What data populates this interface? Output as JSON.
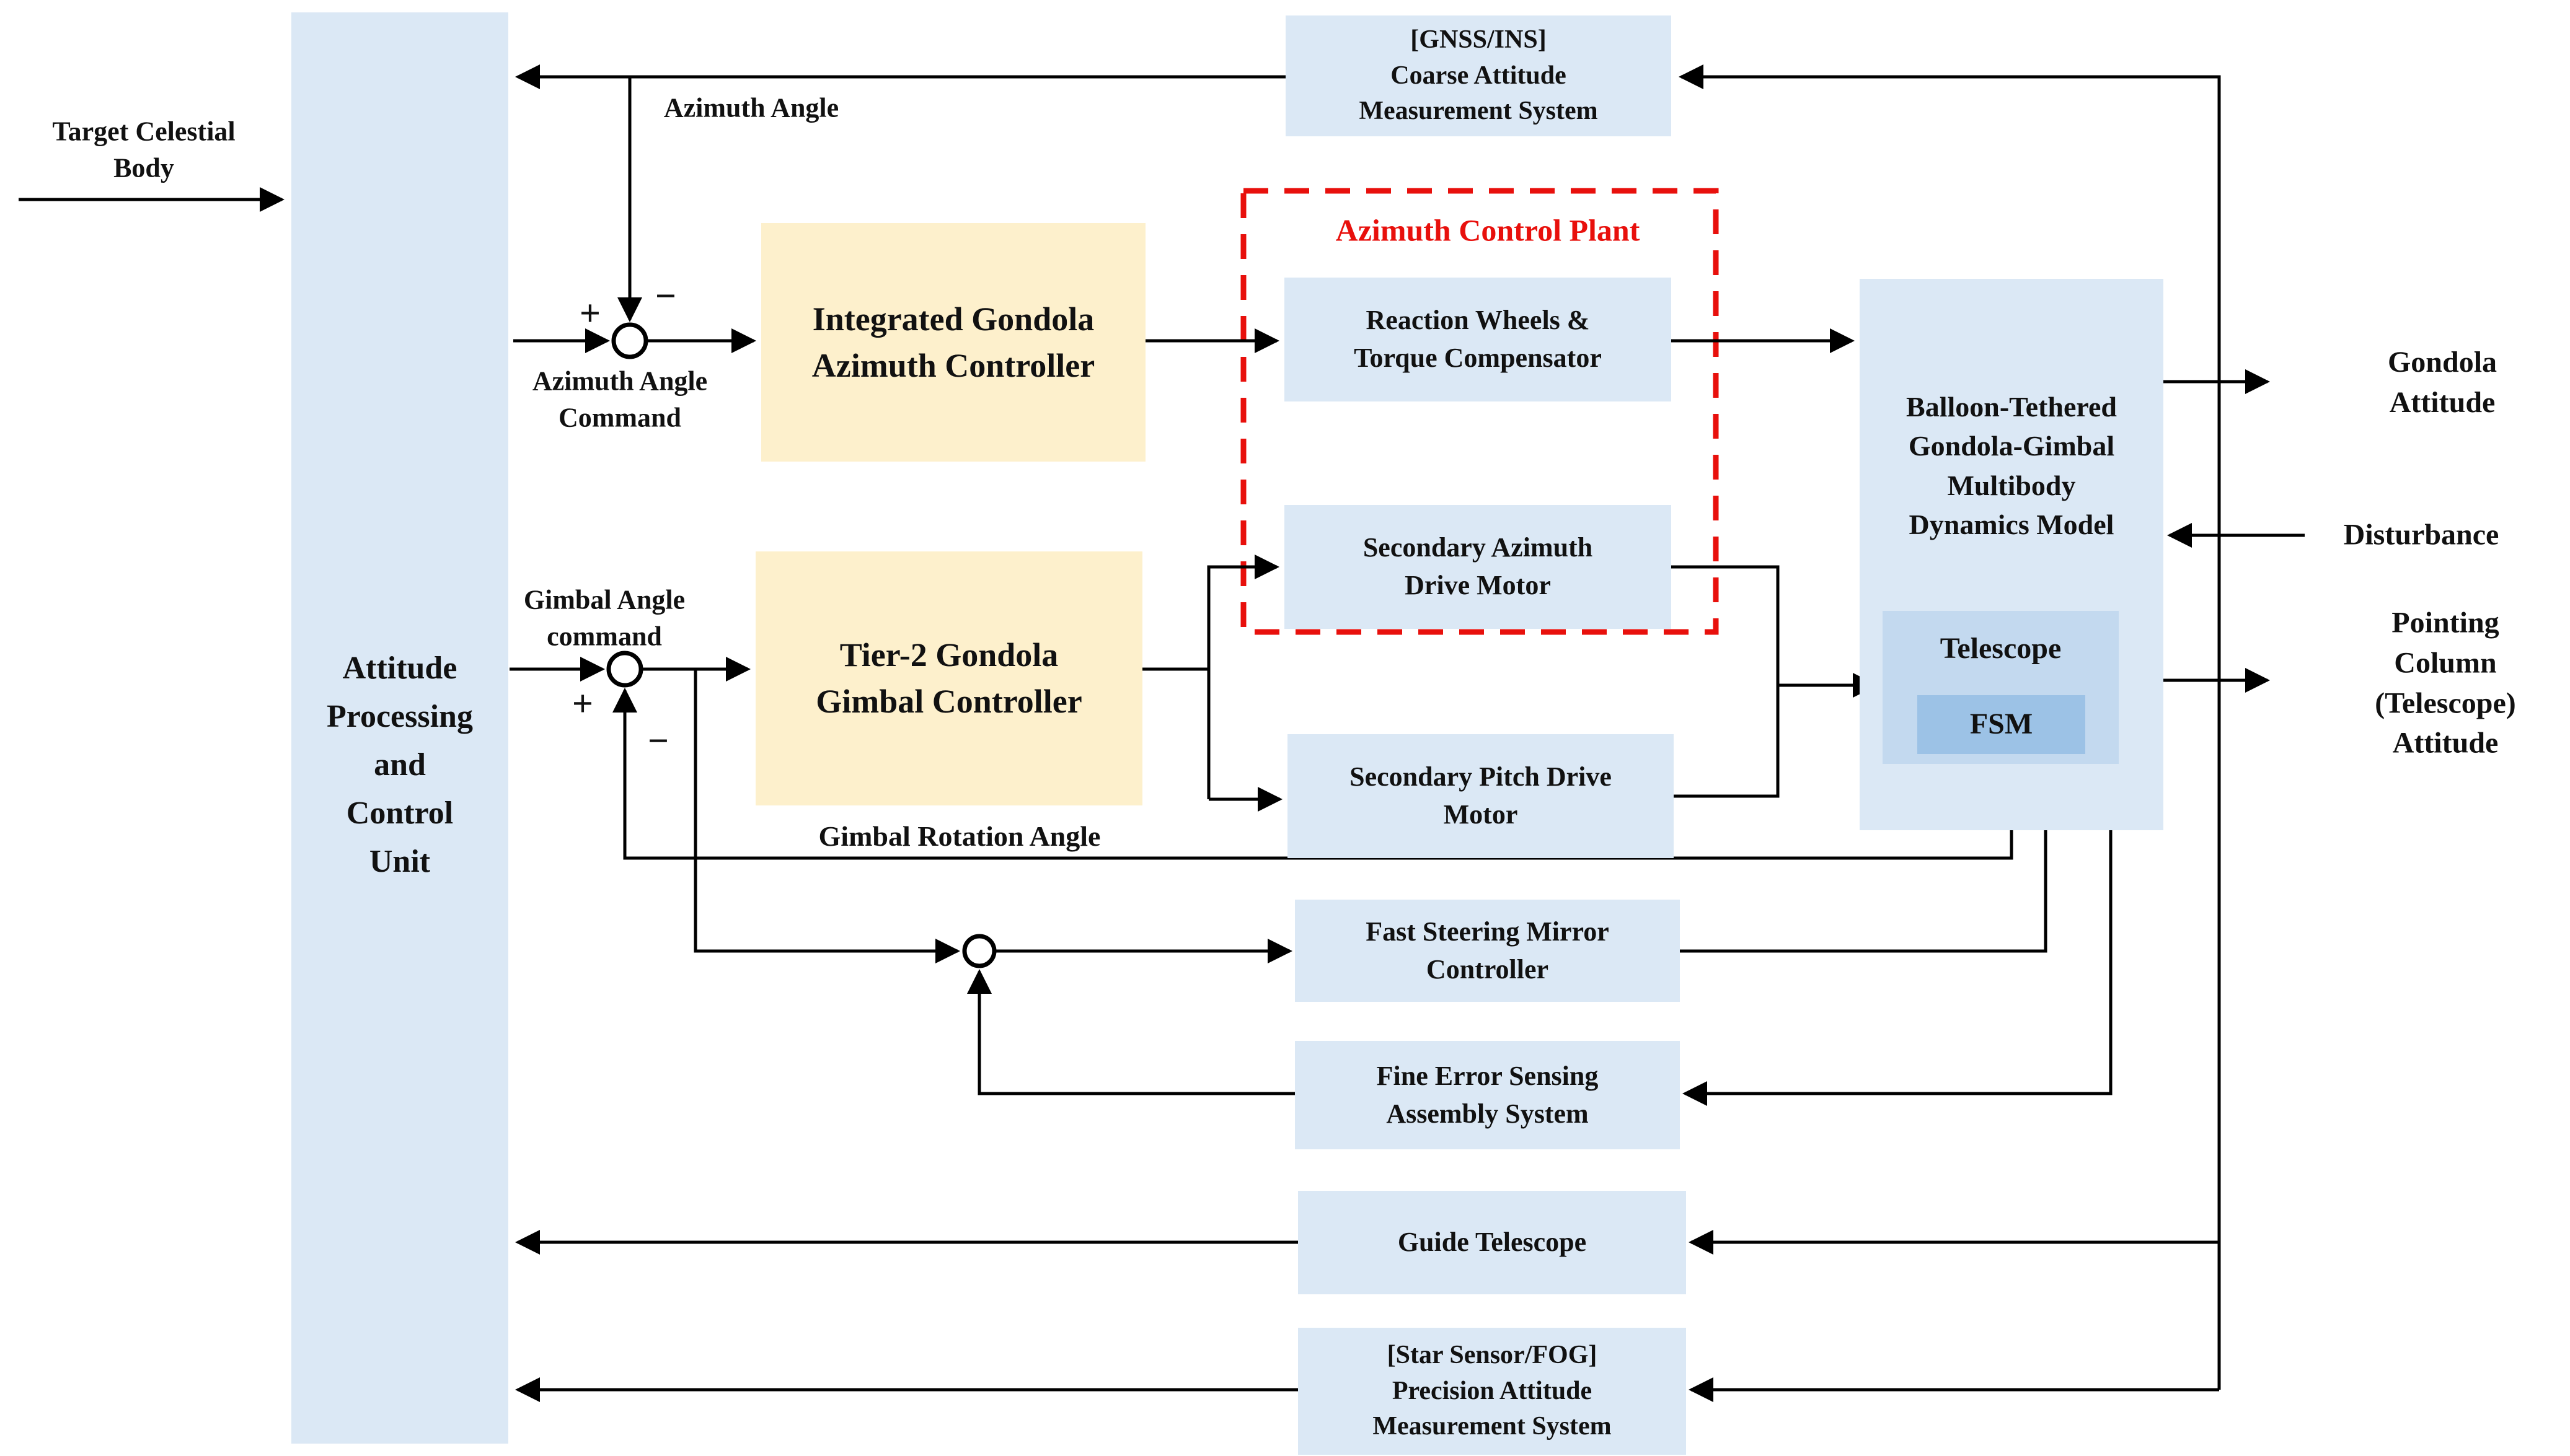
{
  "colors": {
    "block_blue": "#dbe8f5",
    "block_yellow": "#fdf0cc",
    "telescope_blue": "#c3d9ef",
    "fsm_blue": "#9cc2e6",
    "plant_red": "#e8100c",
    "line_black": "#000000"
  },
  "blocks": {
    "apcu": {
      "label": "Attitude\nProcessing\nand\nControl\nUnit"
    },
    "gnss": {
      "label": "[GNSS/INS]\nCoarse Attitude\nMeasurement System"
    },
    "azimuth_controller": {
      "label": "Integrated Gondola\nAzimuth Controller"
    },
    "reaction_wheels": {
      "label": "Reaction Wheels &\nTorque Compensator"
    },
    "secondary_azimuth_motor": {
      "label": "Secondary Azimuth\nDrive Motor"
    },
    "gimbal_controller": {
      "label": "Tier-2 Gondola\nGimbal Controller"
    },
    "secondary_pitch_motor": {
      "label": "Secondary Pitch Drive\nMotor"
    },
    "dynamics_model": {
      "label": "Balloon-Tethered\nGondola-Gimbal\nMultibody\nDynamics Model"
    },
    "telescope": {
      "label": "Telescope"
    },
    "fsm": {
      "label": "FSM"
    },
    "fsm_controller": {
      "label": "Fast Steering Mirror\nController"
    },
    "fine_error_sensing": {
      "label": "Fine Error Sensing\nAssembly System"
    },
    "guide_telescope": {
      "label": "Guide Telescope"
    },
    "star_sensor": {
      "label": "[Star Sensor/FOG]\nPrecision Attitude\nMeasurement System"
    }
  },
  "plant_box": {
    "title": "Azimuth Control Plant"
  },
  "labels": {
    "target": "Target Celestial\nBody",
    "azimuth_angle": "Azimuth Angle",
    "azimuth_command": "Azimuth Angle\nCommand",
    "gimbal_command": "Gimbal Angle\ncommand",
    "gimbal_rotation": "Gimbal Rotation Angle",
    "gondola_attitude": "Gondola Attitude",
    "disturbance": "Disturbance",
    "pointing_attitude": "Pointing Column\n(Telescope) Attitude",
    "plus": "+",
    "minus": "−"
  }
}
